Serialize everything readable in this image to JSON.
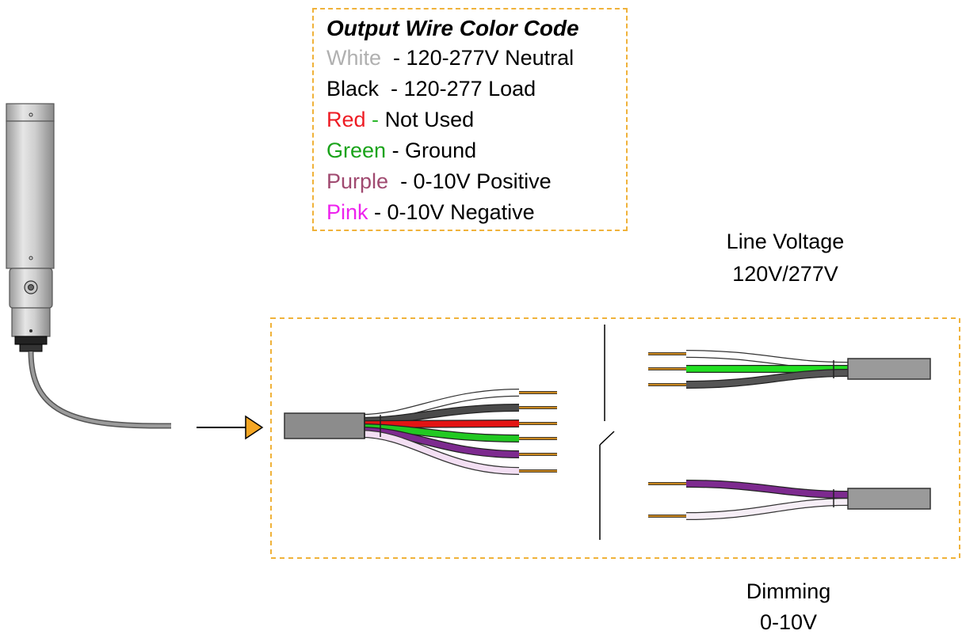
{
  "legend": {
    "title": "Output Wire Color Code",
    "rows": [
      {
        "color_word": "White",
        "color": "#b0b0b0",
        "sep_color": "#000000",
        "text": "- 120-277V Neutral"
      },
      {
        "color_word": "Black",
        "color": "#000000",
        "sep_color": "#000000",
        "text": "- 120-277 Load"
      },
      {
        "color_word": "Red",
        "color": "#ee1c24",
        "sep_color": "#2eb82e",
        "text": "- Not Used"
      },
      {
        "color_word": "Green",
        "color": "#1aa31a",
        "sep_color": "#000000",
        "text": "- Ground"
      },
      {
        "color_word": "Purple",
        "color": "#a04a70",
        "sep_color": "#000000",
        "text": "- 0-10V Positive"
      },
      {
        "color_word": "Pink",
        "color": "#ee22ee",
        "sep_color": "#000000",
        "text": "- 0-10V Negative"
      }
    ]
  },
  "labels": {
    "line_voltage_title": "Line Voltage",
    "line_voltage_value": "120V/277V",
    "dimming_title": "Dimming",
    "dimming_value": "0-10V"
  },
  "colors": {
    "dashed_border": "#f0b23a",
    "arrow_fill": "#f5a623",
    "cable_gray": "#8c8c8c",
    "conductor_copper": "#c8861e",
    "wire_white": "#ffffff",
    "wire_black": "#4a4a4a",
    "wire_red": "#e31414",
    "wire_green": "#22c922",
    "wire_purple": "#7d2a8f",
    "wire_pink": "#f3dff3"
  }
}
